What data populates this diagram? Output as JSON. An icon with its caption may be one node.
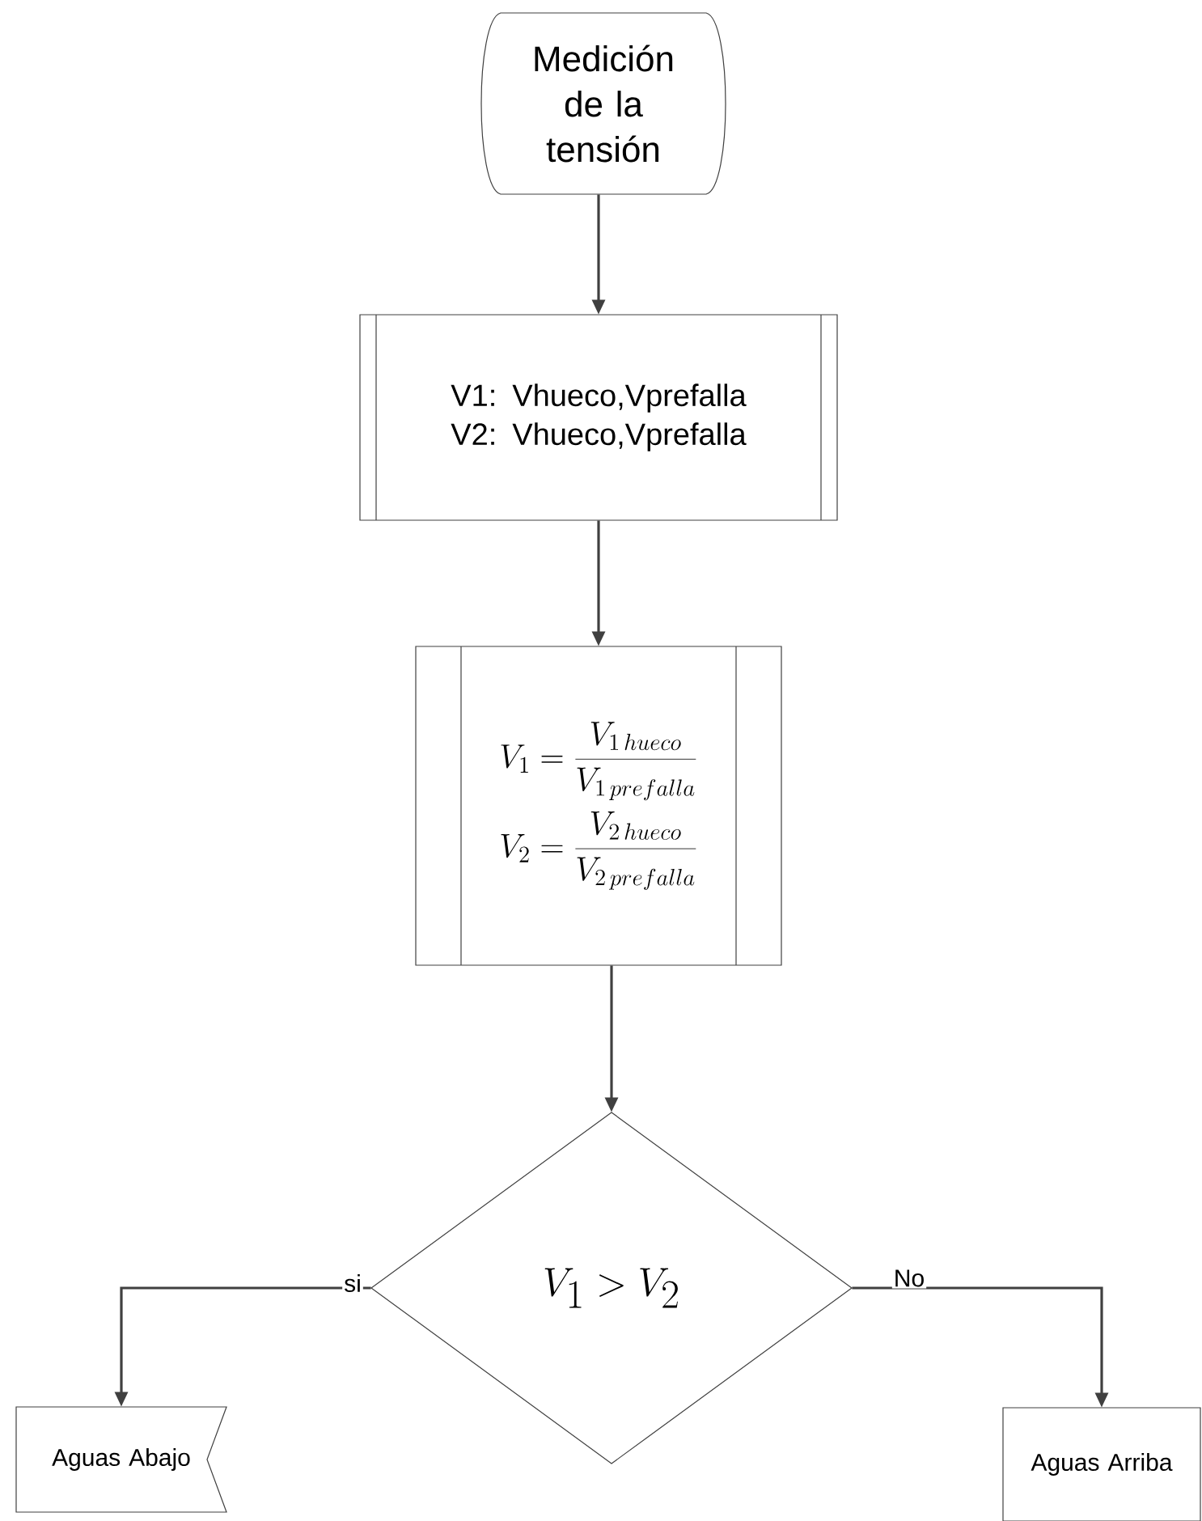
{
  "diagram": {
    "nodes": [
      {
        "text": [
          "Medición de la tensión"
        ]
      },
      {
        "text": [
          "V1: Vhueco,Vprefalla",
          "V2: Vhueco,Vprefalla"
        ]
      },
      {
        "text": [
          "V_{1}=\\frac{V_{1\\,hueco}}{V_{1\\,prefalla}}",
          "V_{2}=\\frac{V_{2\\,hueco}}{V_{2\\,prefalla}}"
        ]
      },
      {
        "text": [
          "V_{1}>V_{2}"
        ]
      },
      {
        "text": [
          "Aguas Abajo"
        ]
      },
      {
        "text": [
          "Aguas Arriba"
        ]
      }
    ],
    "edges": [
      {
        "from": 0,
        "to": 1,
        "arrow": "to"
      },
      {
        "from": 1,
        "to": 2,
        "arrow": "to"
      },
      {
        "from": 2,
        "to": 3,
        "arrow": "to"
      },
      {
        "from": 3,
        "to": 4,
        "arrow": "to",
        "label": "si"
      },
      {
        "from": 3,
        "to": 5,
        "arrow": "to",
        "label": "No"
      }
    ]
  }
}
